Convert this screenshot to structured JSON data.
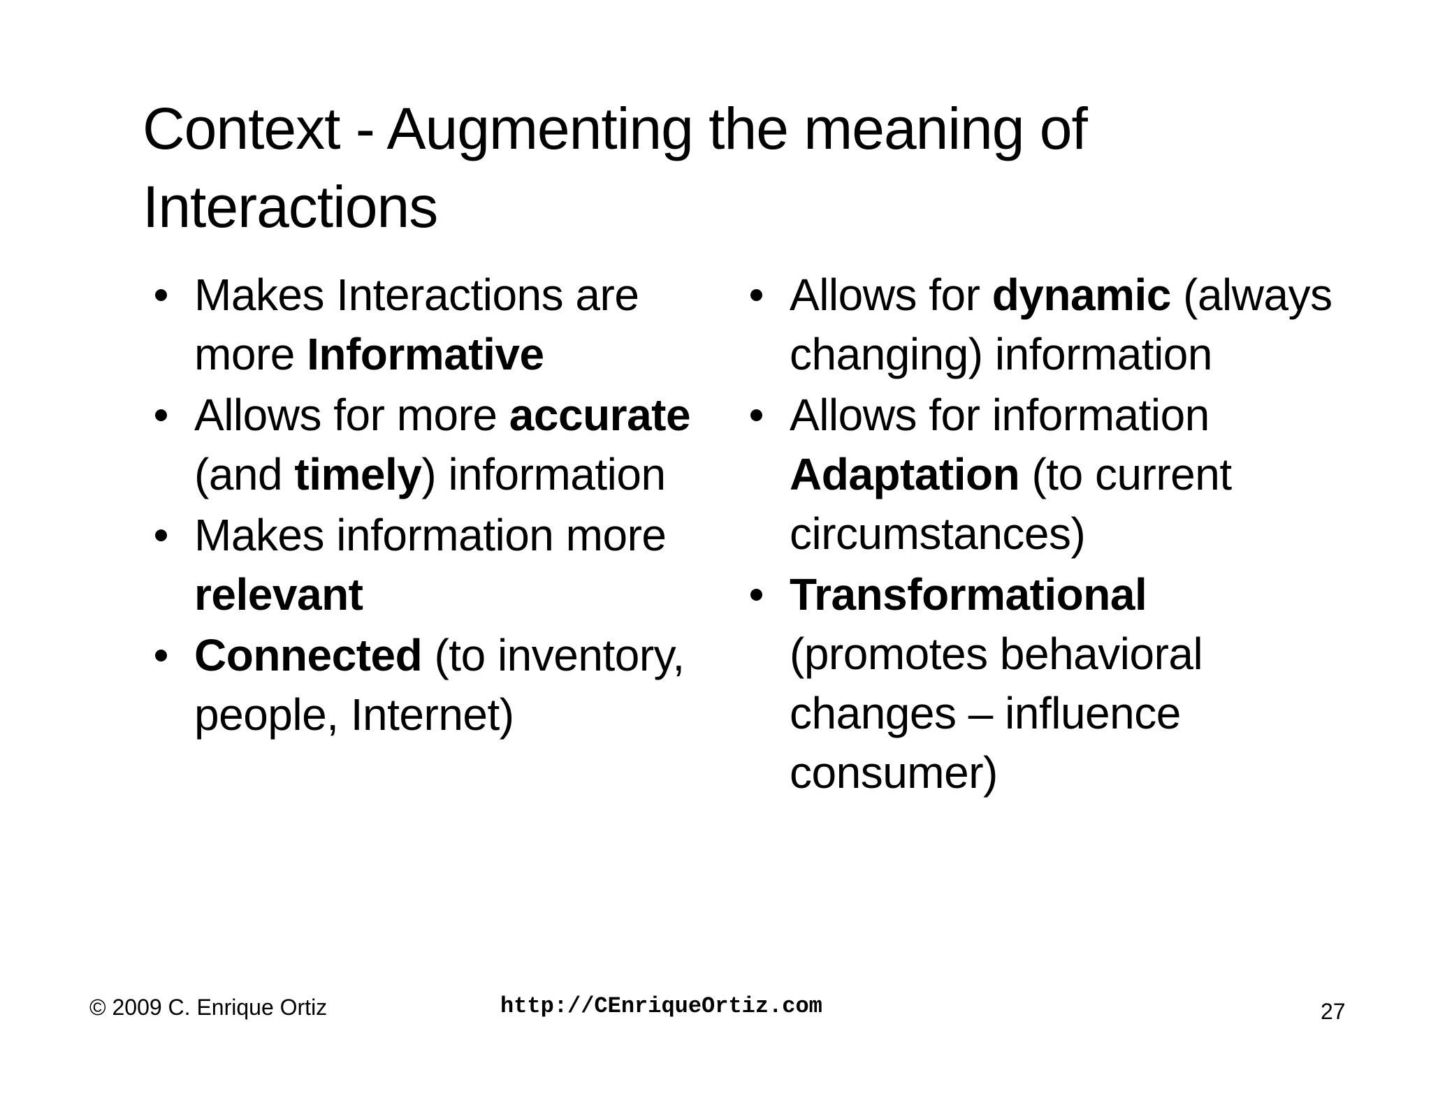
{
  "slide": {
    "title": "Context - Augmenting the meaning of Interactions",
    "left_column": [
      {
        "parts": [
          {
            "text": "Makes Interactions are more ",
            "bold": false
          },
          {
            "text": "Informative",
            "bold": true
          }
        ]
      },
      {
        "parts": [
          {
            "text": "Allows for more ",
            "bold": false
          },
          {
            "text": "accurate",
            "bold": true
          },
          {
            "text": " (and ",
            "bold": false
          },
          {
            "text": "timely",
            "bold": true
          },
          {
            "text": ") information",
            "bold": false
          }
        ]
      },
      {
        "parts": [
          {
            "text": "Makes information more ",
            "bold": false
          },
          {
            "text": "relevant",
            "bold": true
          }
        ]
      },
      {
        "parts": [
          {
            "text": "Connected",
            "bold": true
          },
          {
            "text": " (to inventory, people, Internet)",
            "bold": false
          }
        ]
      }
    ],
    "right_column": [
      {
        "parts": [
          {
            "text": "Allows for ",
            "bold": false
          },
          {
            "text": "dynamic",
            "bold": true
          },
          {
            "text": " (always changing) information",
            "bold": false
          }
        ]
      },
      {
        "parts": [
          {
            "text": "Allows for information ",
            "bold": false
          },
          {
            "text": "Adaptation",
            "bold": true
          },
          {
            "text": " (to current circumstances)",
            "bold": false
          }
        ]
      },
      {
        "parts": [
          {
            "text": "Transformational",
            "bold": true
          },
          {
            "text": " (promotes behavioral changes – influence consumer)",
            "bold": false
          }
        ]
      }
    ]
  },
  "footer": {
    "copyright": "© 2009 C. Enrique Ortiz",
    "url": "http://CEnriqueOrtiz.com",
    "page_number": "27"
  }
}
